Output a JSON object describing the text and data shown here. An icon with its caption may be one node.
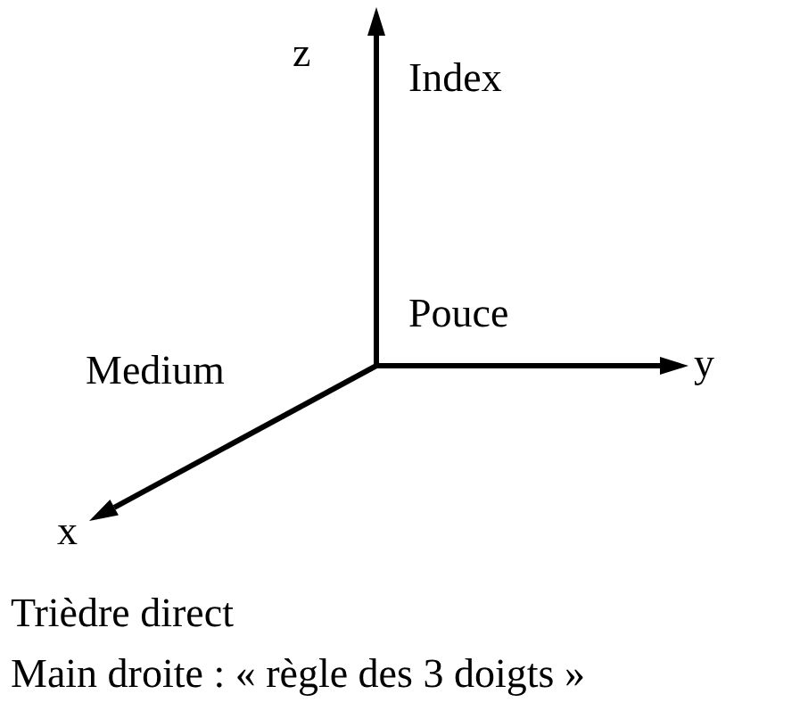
{
  "diagram": {
    "labels": [
      "z",
      "Index",
      "Pouce",
      "y",
      "Medium",
      "x",
      "Trièdre direct",
      "Main droite : « règle des 3 doigts »"
    ]
  }
}
